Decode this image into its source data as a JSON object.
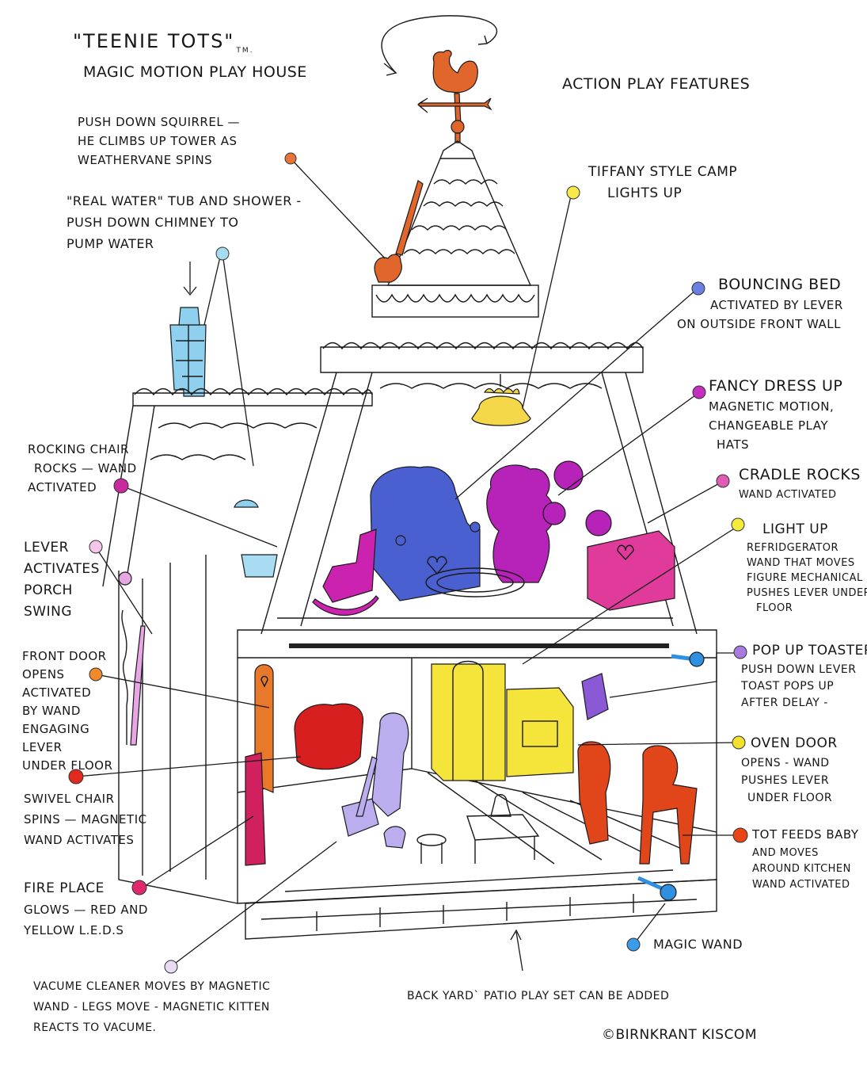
{
  "header": {
    "title": "\"Teenie Tots\"",
    "trademark": "TM.",
    "subtitle": "Magic Motion Play House",
    "section_heading": "Action Play Features"
  },
  "callouts": [
    {
      "id": "squirrel",
      "color": "#e8743a",
      "lines": [
        "Push down squirrel —",
        "he climbs up tower as",
        "weathervane spins"
      ]
    },
    {
      "id": "tub-shower",
      "color": "#a6dcf2",
      "lines": [
        "\"Real water\" tub and shower -",
        "push down chimney to",
        "pump water"
      ]
    },
    {
      "id": "tiffany-lamp",
      "color": "#f7e94a",
      "lines": [
        "Tiffany style camp",
        "lights up"
      ]
    },
    {
      "id": "bouncing-bed",
      "color": "#6b7fe0",
      "heading": "Bouncing bed",
      "lines": [
        "activated by lever",
        "on outside front wall"
      ]
    },
    {
      "id": "fancy-dress-up",
      "color": "#c52fbf",
      "heading": "Fancy dress up",
      "lines": [
        "magnetic motion,",
        "changeable play",
        "hats"
      ]
    },
    {
      "id": "rocking-chair",
      "color": "#c8299f",
      "lines": [
        "Rocking chair",
        "rocks — wand",
        "activated"
      ]
    },
    {
      "id": "cradle-rocks",
      "color": "#e05bb4",
      "heading": "Cradle rocks",
      "lines": [
        "wand activated"
      ]
    },
    {
      "id": "refrigerator",
      "color": "#f6ea3a",
      "heading": "Light up",
      "lines": [
        "refridgerator",
        "wand that moves",
        "figure mechanical",
        "pushes lever under",
        "floor"
      ]
    },
    {
      "id": "porch-swing",
      "color": "#f3c6ea",
      "lines": [
        "Lever",
        "activates",
        "porch",
        "swing"
      ]
    },
    {
      "id": "toaster",
      "color": "#a87be0",
      "heading": "Pop up toaster",
      "lines": [
        "push down lever",
        "toast pops up",
        "after delay -"
      ]
    },
    {
      "id": "front-door",
      "color": "#f08a2a",
      "lines": [
        "Front door",
        "opens",
        "activated",
        "by wand",
        "engaging",
        "lever",
        "under floor"
      ]
    },
    {
      "id": "oven-door",
      "color": "#f4e12e",
      "heading": "Oven door",
      "lines": [
        "opens - wand",
        "pushes lever",
        "under floor"
      ]
    },
    {
      "id": "swivel-chair",
      "color": "#e02a20",
      "lines": [
        "Swivel chair",
        "spins — magnetic",
        "wand activates"
      ]
    },
    {
      "id": "tot-feeds-baby",
      "color": "#ea4416",
      "heading": "Tot feeds baby",
      "lines": [
        "and moves",
        "around kitchen",
        "wand activated"
      ]
    },
    {
      "id": "fireplace",
      "color": "#dc2a6c",
      "lines": [
        "Fire place",
        "glows — red and",
        "yellow L.E.D.s"
      ]
    },
    {
      "id": "magic-wand",
      "color": "#3a9be8",
      "lines": [
        "Magic wand"
      ]
    },
    {
      "id": "vacuum",
      "color": "#e7dcf4",
      "lines": [
        "Vacume cleaner  moves by magnetic",
        "wand - legs move - magnetic kitten",
        "reacts to vacume."
      ]
    },
    {
      "id": "patio",
      "lines": [
        "Back yard` patio play set can be added"
      ]
    }
  ],
  "footer": {
    "copyright": "©Birnkrant Kiscom"
  },
  "colors": {
    "weathervane": "#e0662c",
    "chimney": "#8fd0ee",
    "lamp": "#f5d84a",
    "bed": "#4a5fd0",
    "dress_figure": "#b722b8",
    "rocking_chair": "#cc22b0",
    "cradle": "#e03a9a",
    "refrigerator": "#f5e43a",
    "toaster": "#8a5ad6",
    "door": "#e8782a",
    "swivel_chair": "#d81f1f",
    "vacuum_figure": "#bcaeee",
    "fireplace": "#d0205e",
    "kitchen_figures": "#e0461a",
    "wand": "#2f8fe0"
  }
}
